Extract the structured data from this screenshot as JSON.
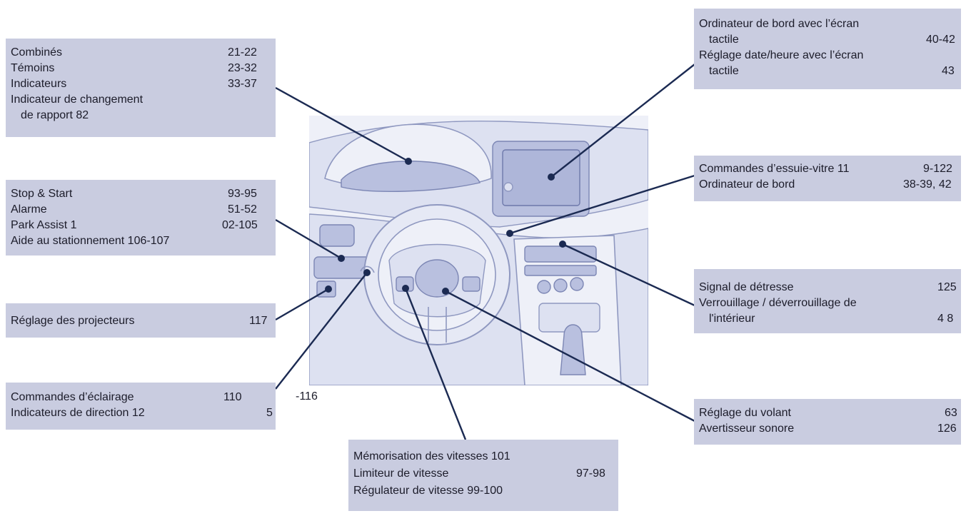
{
  "boxes": {
    "combines": {
      "rows": [
        {
          "label": "Combinés",
          "page": "21-22"
        },
        {
          "label": "Témoins",
          "page": "23-32"
        },
        {
          "label": "Indicateurs",
          "page": "33-37"
        },
        {
          "label": "Indicateur de changement",
          "page": ""
        },
        {
          "label": "de rapport  82",
          "page": ""
        }
      ]
    },
    "stop_start": {
      "rows": [
        {
          "label": "Stop & Start",
          "page": "93-95"
        },
        {
          "label": "Alarme",
          "page": "51-52"
        },
        {
          "label": "Park Assist  1",
          "page": "02-105"
        },
        {
          "label": "Aide au stationnement  106-107",
          "page": ""
        }
      ]
    },
    "projecteurs": {
      "rows": [
        {
          "label": "Réglage des projecteurs",
          "page": "117"
        }
      ]
    },
    "eclairage": {
      "rows": [
        {
          "label": "Commandes d’éclairage",
          "page": "110"
        },
        {
          "label": "Indicateurs de direction  12",
          "page": "5"
        }
      ]
    },
    "vitesses": {
      "rows": [
        {
          "label": "Mémorisation des vitesses  101",
          "page": ""
        },
        {
          "label": "Limiteur de vitesse",
          "page": "97-98"
        },
        {
          "label": "Régulateur de vitesse  99-100",
          "page": ""
        }
      ]
    },
    "ordinateur_ecran": {
      "rows": [
        {
          "label": "Ordinateur de bord avec l’écran",
          "page": ""
        },
        {
          "label": "tactile",
          "page": "40-42"
        },
        {
          "label": "Réglage date/heure avec l’écran",
          "page": ""
        },
        {
          "label": "tactile",
          "page": "43"
        }
      ]
    },
    "essuie_vitre": {
      "rows": [
        {
          "label": "Commandes d’essuie-vitre  11",
          "page": "9-122"
        },
        {
          "label": "Ordinateur de bord",
          "page": "38-39, 42"
        }
      ]
    },
    "detresse": {
      "rows": [
        {
          "label": "Signal de détresse",
          "page": "125"
        },
        {
          "label": "Verrouillage / déverrouillage de",
          "page": ""
        },
        {
          "label": "l'intérieur",
          "page": "4 8"
        }
      ]
    },
    "volant": {
      "rows": [
        {
          "label": "Réglage du volant",
          "page": "63"
        },
        {
          "label": "Avertisseur sonore",
          "page": "126"
        }
      ]
    }
  },
  "free_labels": {
    "eclairage_suffix": "-116"
  },
  "colors": {
    "box_fill": "#c9cce0",
    "leader": "#1b2a52",
    "illustration_fill": "#dde1f1",
    "illustration_stroke": "#8f98c0"
  }
}
